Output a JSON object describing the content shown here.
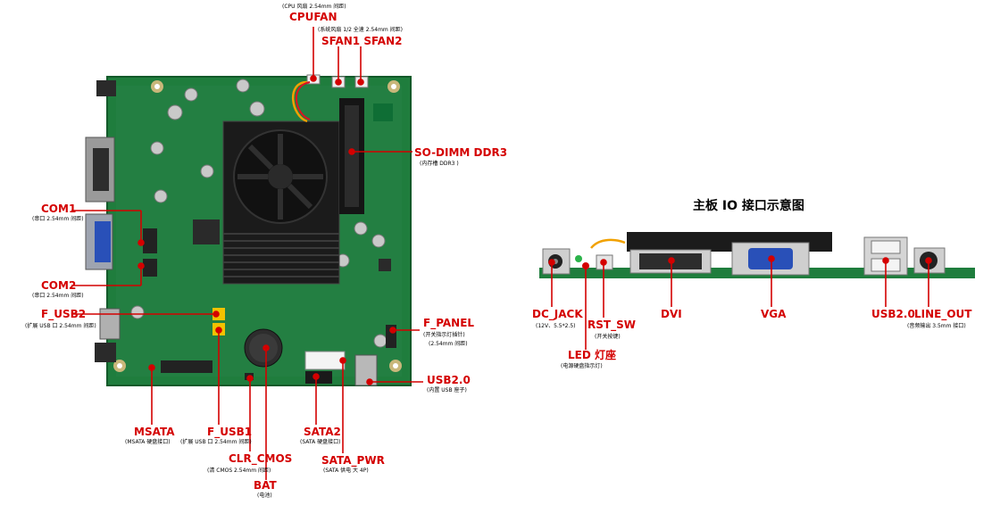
{
  "title": "主板 IO 接口示意图",
  "labels": {
    "cpufan": {
      "name": "CPUFAN",
      "note": "(CPU 风扇 2.54mm 间距)"
    },
    "sfan": {
      "name": "SFAN1 SFAN2",
      "note": "(系统风扇 1/2 全速 2.54mm 间距)"
    },
    "sodimm": {
      "name": "SO-DIMM DDR3",
      "note": "(内存槽 DDR3 )"
    },
    "com1": {
      "name": "COM1",
      "note": "(串口 2.54mm 间距)"
    },
    "com2": {
      "name": "COM2",
      "note": "(串口 2.54mm 间距)"
    },
    "f_usb2": {
      "name": "F_USB2",
      "note": "(扩展 USB 口 2.54mm 间距)"
    },
    "f_panel": {
      "name": "F_PANEL",
      "note": "(开关指示灯插针)",
      "note2": "(2.54mm 间距)"
    },
    "usb20_int": {
      "name": "USB2.0",
      "note": "(内置 USB 座子)"
    },
    "msata": {
      "name": "MSATA",
      "note": "(MSATA 硬盘接口)"
    },
    "f_usb1": {
      "name": "F_USB1",
      "note": "(扩展 USB 口 2.54mm 间距)"
    },
    "clr_cmos": {
      "name": "CLR_CMOS",
      "note": "(清 CMOS 2.54mm 间距)"
    },
    "bat": {
      "name": "BAT",
      "note": "(电池)"
    },
    "sata2": {
      "name": "SATA2",
      "note": "(SATA 硬盘接口)"
    },
    "sata_pwr": {
      "name": "SATA_PWR",
      "note": "(SATA 供电 大 4P)"
    },
    "dc_jack": {
      "name": "DC_JACK",
      "note": "(12V、5.5*2.5)"
    },
    "led": {
      "name": "LED 灯座",
      "note": "(电源硬盘指示灯)"
    },
    "rst_sw": {
      "name": "RST_SW",
      "note": "(开关按键)"
    },
    "dvi": {
      "name": "DVI"
    },
    "vga": {
      "name": "VGA"
    },
    "usb20_io": {
      "name": "USB2.0"
    },
    "line_out": {
      "name": "LINE_OUT",
      "note": "(音频输出 3.5mm 接口)"
    }
  },
  "colors": {
    "callout": "#d40000",
    "pcb": "#1e7a3c",
    "pcb_dark": "#14592b",
    "heatsink": "#1a1a1a"
  }
}
